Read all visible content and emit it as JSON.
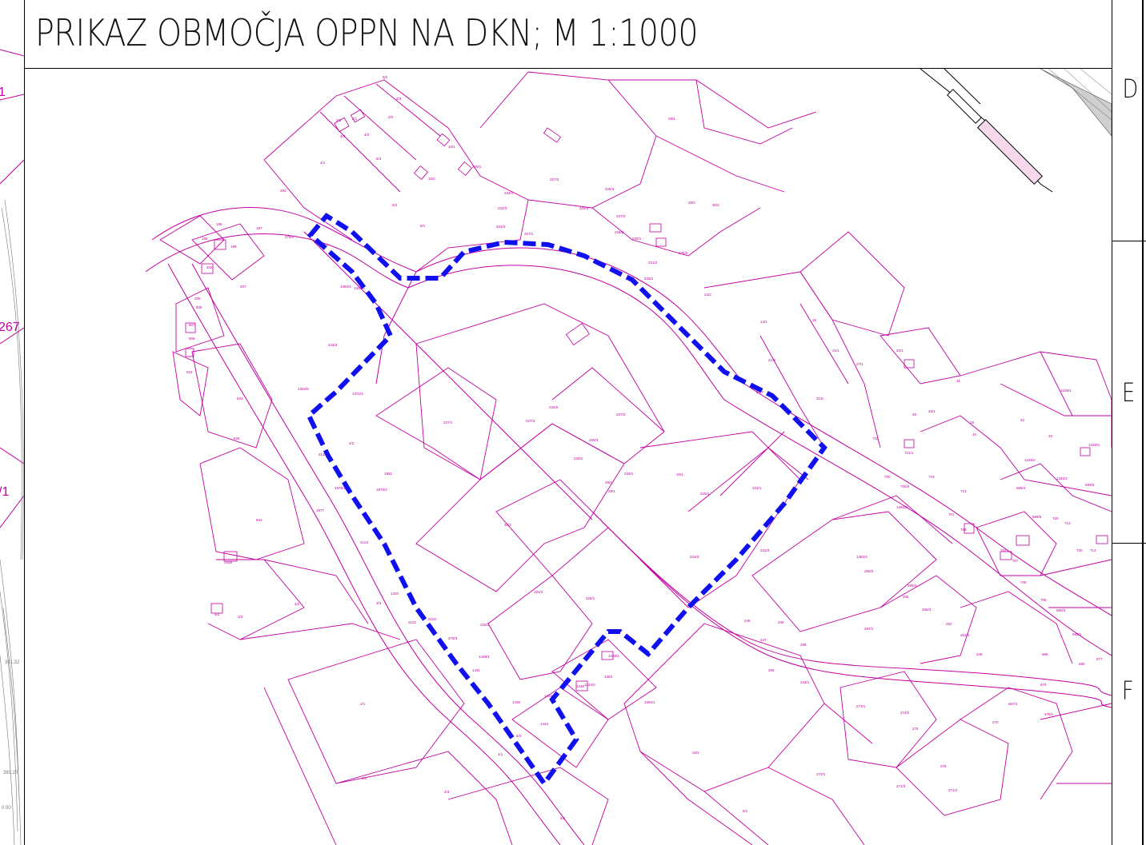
{
  "title": "PRIKAZ OBMOČJA OPPN NA DKN; M 1:1000",
  "grid_letters": [
    "D",
    "E",
    "F"
  ],
  "left_strip_labels": [
    "1",
    "267",
    "/1"
  ],
  "colors": {
    "parcel_lines": "#c000a0",
    "boundary": "#1010ee",
    "frame": "#000000"
  },
  "parcel_numbers": [
    "5/2",
    "2/3",
    "2/2",
    "2/1",
    "3/3",
    "4/2",
    "4/3",
    "4/1",
    "6/3",
    "6/2",
    "6/1",
    "10/2",
    "10/1",
    "220/1",
    "224/1",
    "222/3",
    "223/3",
    "227/1",
    "227/3",
    "225/5",
    "226/3",
    "227/2",
    "228/2",
    "228/1",
    "29/1",
    "29/2",
    "30/2",
    "221/2",
    "225/1",
    "225/2",
    "24/2",
    "13/1",
    "15",
    "21/1",
    "27/1",
    "21/3",
    "21/7",
    "21/6",
    "20/1",
    "26/1",
    "31",
    "39",
    "28",
    "34",
    "32",
    "33",
    "1226/1",
    "1326/3",
    "1226/2",
    "1342/2",
    "699/3",
    "699/4",
    "699/5",
    "716",
    "712",
    "720",
    "714",
    "721",
    "719",
    "721/1",
    "711",
    "700",
    "700/4",
    "701",
    "709",
    "703",
    "707",
    "708",
    "706",
    "680/3",
    "692/1",
    "686",
    "680",
    "677",
    "674",
    "667/1",
    "278/1",
    "270",
    "275",
    "271/2",
    "271/3",
    "272/1",
    "273/1",
    "274/2",
    "276",
    "287/1",
    "288",
    "295",
    "243/1",
    "247",
    "245",
    "246",
    "250",
    "252/1",
    "249",
    "256",
    "255/3",
    "295/2",
    "280/2",
    "1382/2",
    "1382/3",
    "1382/1",
    "1383",
    "1324/2",
    "1328/1",
    "1438",
    "1433",
    "1434",
    "1435",
    "1439/1",
    "1441",
    "278/3",
    "2120",
    "2122",
    "1320",
    "2123",
    "1977",
    "1976/1",
    "1976/2",
    "1981",
    "1382/5",
    "213/1",
    "4/2",
    "1371/2",
    "243/3",
    "1382/4",
    "1328/6",
    "1322",
    "278/2",
    "293",
    "197",
    "199",
    "195",
    "198",
    "202",
    "207",
    "206",
    "805",
    "807",
    "809",
    "822",
    "823",
    "826",
    "834",
    "1439"
  ],
  "elevation_labels": [
    "381.32",
    "383.20",
    "0.00"
  ]
}
